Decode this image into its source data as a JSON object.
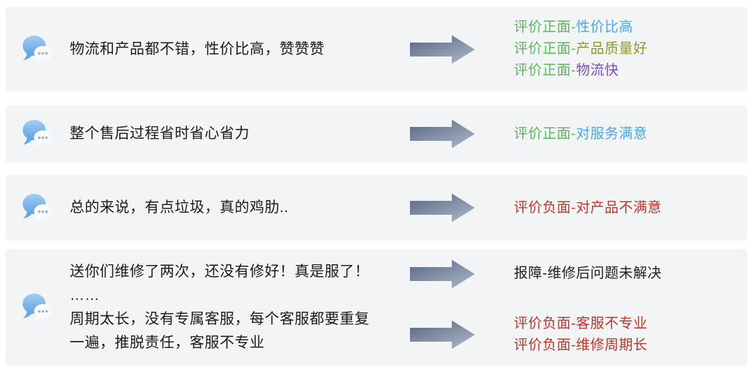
{
  "palette": {
    "green": "#5bb75b",
    "blue": "#4aa7ef",
    "olive": "#8f982e",
    "purple": "#7c4dbe",
    "red": "#c1352a",
    "dark": "#1f1f1f",
    "row_bg": "#f2f4f6",
    "arrow_dark": "#57667f",
    "arrow_light": "#a9b4c6",
    "bubble_top": "#a2cdf2",
    "bubble_bottom": "#61a2e1"
  },
  "rows": [
    {
      "message": [
        "物流和产品都不错，性价比高，赞赞赞"
      ],
      "groups": [
        {
          "labels": [
            {
              "prefix": "评价正面-",
              "prefix_color": "green",
              "text": "性价比高",
              "text_color": "blue"
            },
            {
              "prefix": "评价正面-",
              "prefix_color": "green",
              "text": "产品质量好",
              "text_color": "olive"
            },
            {
              "prefix": "评价正面-",
              "prefix_color": "green",
              "text": "物流快",
              "text_color": "purple"
            }
          ]
        }
      ]
    },
    {
      "message": [
        "整个售后过程省时省心省力"
      ],
      "groups": [
        {
          "labels": [
            {
              "prefix": "评价正面-",
              "prefix_color": "green",
              "text": "对服务满意",
              "text_color": "blue"
            }
          ]
        }
      ]
    },
    {
      "message": [
        "总的来说，有点垃圾，真的鸡肋.."
      ],
      "groups": [
        {
          "labels": [
            {
              "prefix": "评价负面-",
              "prefix_color": "red",
              "text": "对产品不满意",
              "text_color": "red"
            }
          ]
        }
      ]
    },
    {
      "message": [
        "送你们维修了两次，还没有修好！真是服了！",
        "……",
        "周期太长，没有专属客服，每个客服都要重复",
        "一遍，推脱责任，客服不专业"
      ],
      "groups": [
        {
          "labels": [
            {
              "prefix": "报障-",
              "prefix_color": "dark",
              "text": "维修后问题未解决",
              "text_color": "dark"
            }
          ]
        },
        {
          "labels": [
            {
              "prefix": "评价负面-",
              "prefix_color": "red",
              "text": "客服不专业",
              "text_color": "red"
            },
            {
              "prefix": "评价负面-",
              "prefix_color": "red",
              "text": "维修周期长",
              "text_color": "red"
            }
          ]
        }
      ]
    }
  ]
}
